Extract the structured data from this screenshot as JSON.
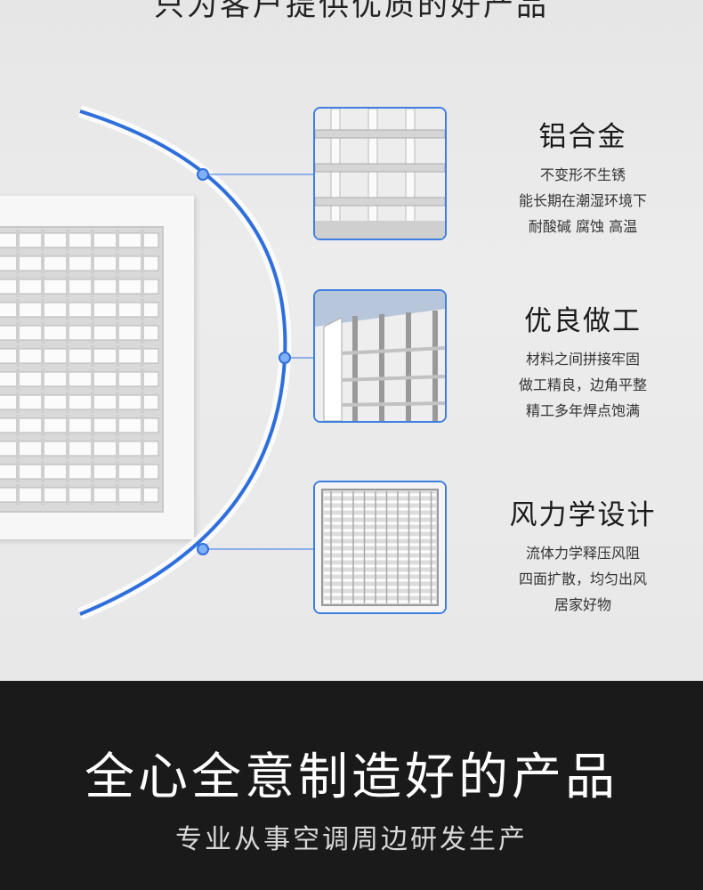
{
  "header": {
    "title": "只为客户提供优质的好产品"
  },
  "colors": {
    "accent": "#2f6fdc",
    "dark_band": "#1a1a1a",
    "background": "#e9e9e9"
  },
  "features": [
    {
      "title": "铝合金",
      "lines": [
        "不变形不生锈",
        "能长期在潮湿环境下",
        "耐酸碱 腐蚀 高温"
      ]
    },
    {
      "title": "优良做工",
      "lines": [
        "材料之间拼接牢固",
        "做工精良，边角平整",
        "精工多年焊点饱满"
      ]
    },
    {
      "title": "风力学设计",
      "lines": [
        "流体力学释压风阻",
        "四面扩散，均匀出风",
        "居家好物"
      ]
    }
  ],
  "banner": {
    "slogan": "全心全意制造好的产品",
    "subtitle": "专业从事空调周边研发生产"
  }
}
